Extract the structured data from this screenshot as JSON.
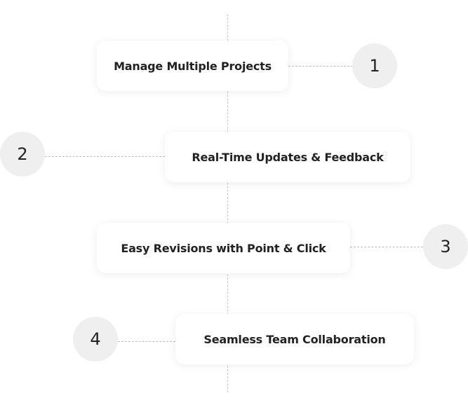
{
  "steps": [
    {
      "number": "1",
      "label": "Manage Multiple Projects"
    },
    {
      "number": "2",
      "label": "Real-Time Updates & Feedback"
    },
    {
      "number": "3",
      "label": "Easy Revisions with Point & Click"
    },
    {
      "number": "4",
      "label": "Seamless Team Collaboration"
    }
  ],
  "colors": {
    "card_bg": "#ffffff",
    "badge_bg": "#efefef",
    "text": "#222222",
    "line": "#c9c9c9"
  }
}
